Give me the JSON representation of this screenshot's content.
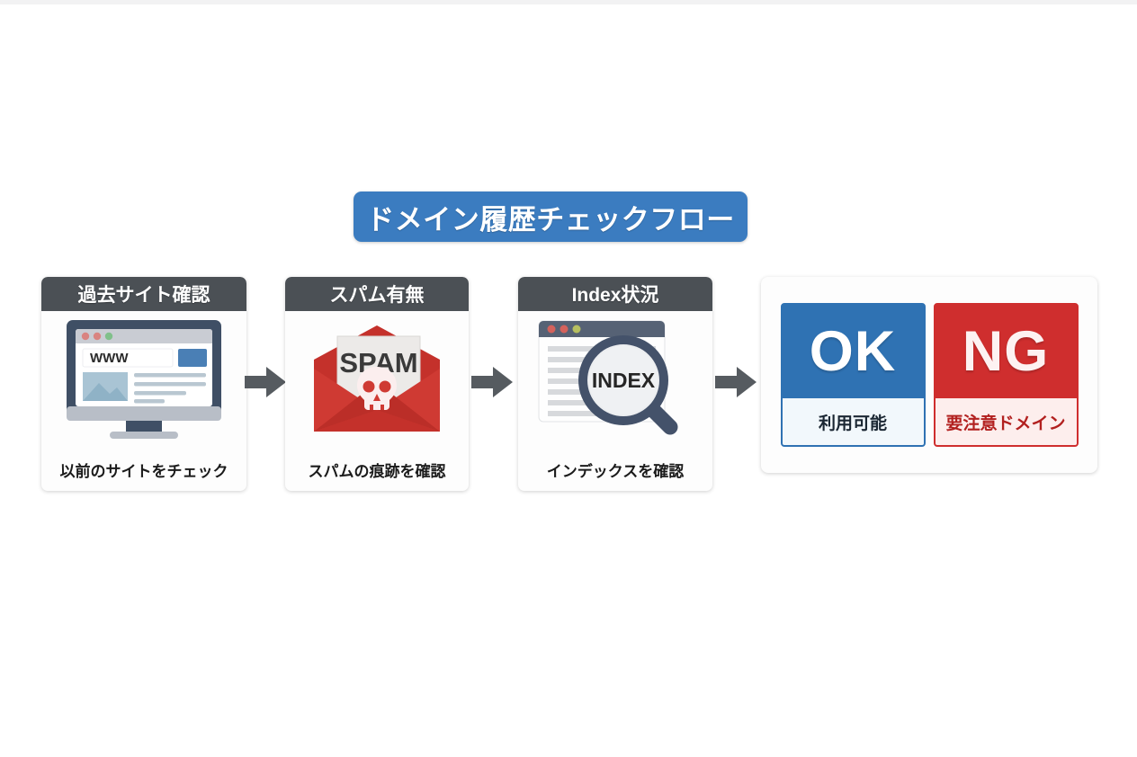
{
  "title": {
    "text": "ドメイン履歴チェックフロー",
    "bg_color": "#3b7cc0",
    "text_color": "#ffffff"
  },
  "flow": {
    "header_bg_color": "#4b5055",
    "arrow_color": "#565b60",
    "steps": [
      {
        "header": "過去サイト確認",
        "caption": "以前のサイトをチェック",
        "illustration": "monitor-browser-icon",
        "illustration_label": "WWW"
      },
      {
        "header": "スパム有無",
        "caption": "スパムの痕跡を確認",
        "illustration": "spam-envelope-skull-icon",
        "illustration_label": "SPAM"
      },
      {
        "header": "Index状況",
        "caption": "インデックスを確認",
        "illustration": "magnifier-index-icon",
        "illustration_label": "INDEX"
      }
    ],
    "arrows": [
      "arrow-right-icon",
      "arrow-right-icon",
      "arrow-right-icon"
    ]
  },
  "result": {
    "ok": {
      "code": "OK",
      "label": "利用可能",
      "color": "#2f72b3",
      "label_bg": "#f2f8fc",
      "label_color": "#1b2733"
    },
    "ng": {
      "code": "NG",
      "label": "要注意ドメイン",
      "color": "#cf2e2e",
      "label_bg": "#fdeeed",
      "label_color": "#b2201f"
    }
  }
}
